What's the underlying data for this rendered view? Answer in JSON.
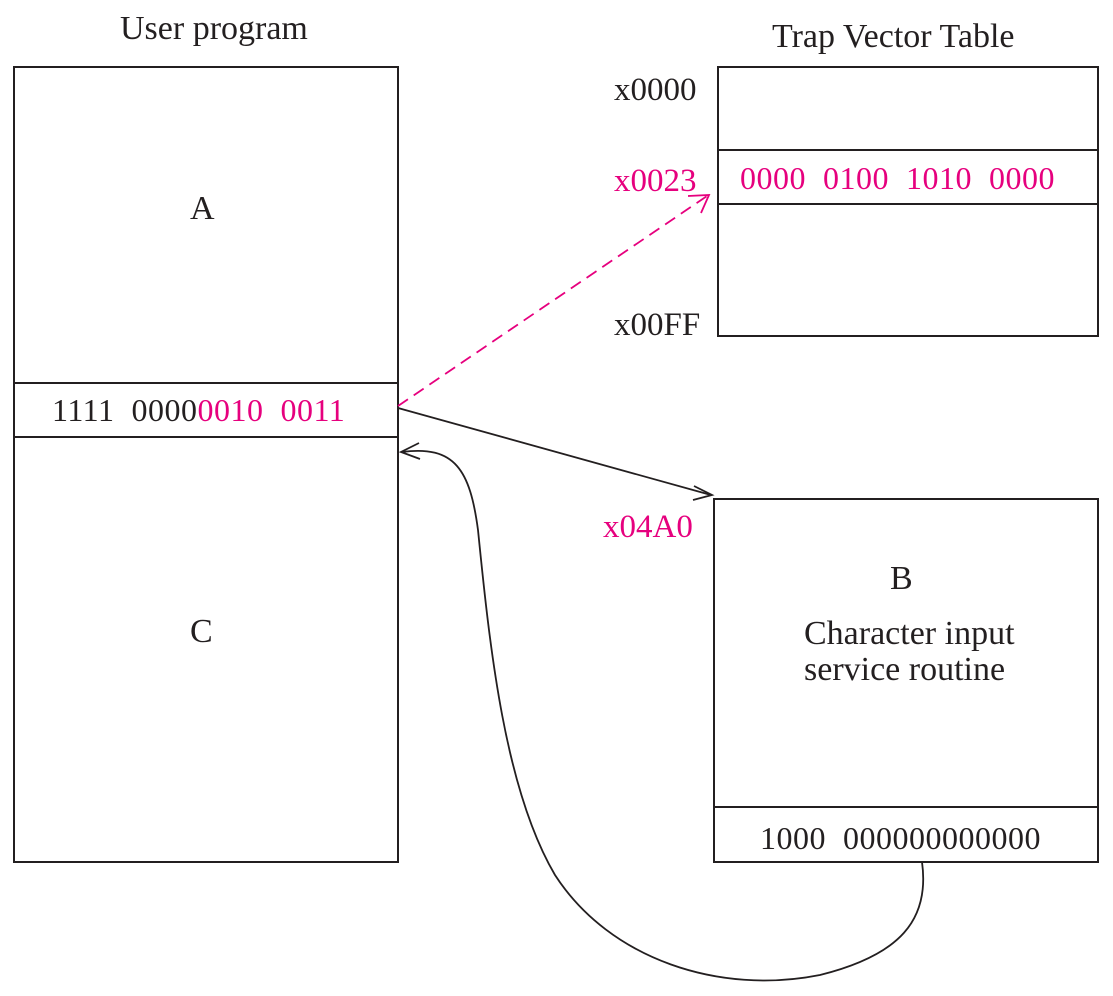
{
  "colors": {
    "ink": "#231f20",
    "accent": "#e6007e"
  },
  "user_program": {
    "title": "User program",
    "section_a": "A",
    "section_c": "C",
    "trap_instruction": {
      "opcode_bits": "1111  0000",
      "vector_bits": "0010  0011"
    }
  },
  "trap_vector_table": {
    "title": "Trap Vector Table",
    "addr_start": "x0000",
    "addr_entry": "x0023",
    "entry_value": "0000  0100  1010  0000",
    "addr_end": "x00FF"
  },
  "service_routine": {
    "start_addr": "x04A0",
    "label": "B",
    "description_line1": "Character input",
    "description_line2": "service routine",
    "return_instruction": "1000  000000000000"
  }
}
